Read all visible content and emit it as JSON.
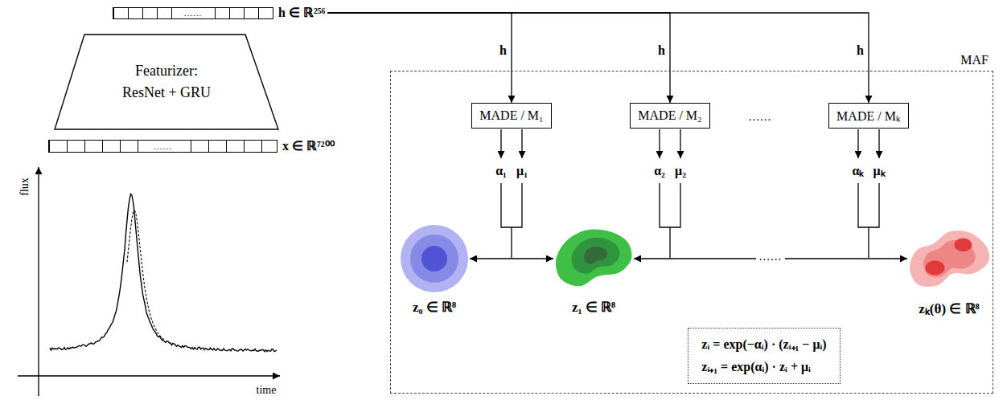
{
  "diagram": {
    "nodes": [
      {
        "text": [
          "......",
          "h ∈ ℝ²⁵⁶"
        ]
      },
      {
        "text": [
          "Featurizer:",
          "ResNet + GRU"
        ]
      },
      {
        "text": [
          "......",
          "x ∈ ℝ⁷²⁰⁰"
        ]
      },
      {
        "text": [
          "MAF"
        ]
      },
      {
        "text": [
          "MADE / M₁"
        ],
        "in": 3
      },
      {
        "text": [
          "MADE / M₂"
        ],
        "in": 3
      },
      {
        "text": [
          "MADE / Mₖ"
        ],
        "in": 3
      },
      {
        "text": [
          "z₀ ∈ ℝ⁸"
        ],
        "in": 3
      },
      {
        "text": [
          "z₁ ∈ ℝ⁸"
        ],
        "in": 3
      },
      {
        "text": [
          "zₖ(θ) ∈ ℝ⁸"
        ],
        "in": 3
      },
      {
        "text": [
          "zᵢ = exp(−αᵢ) · (zᵢ₊₁ − μᵢ)",
          "zᵢ₊₁ = exp(αᵢ) · zᵢ + μᵢ"
        ],
        "in": 3
      }
    ],
    "edges": [
      {
        "from": 0,
        "to": 4,
        "arrow": "to",
        "label": "h"
      },
      {
        "from": 0,
        "to": 5,
        "arrow": "to",
        "label": "h"
      },
      {
        "from": 0,
        "to": 6,
        "arrow": "to",
        "label": "h"
      },
      {
        "from": 7,
        "to": 8,
        "arrow": "both"
      },
      {
        "from": 8,
        "to": 9,
        "arrow": "both",
        "label": "......"
      }
    ],
    "labels": [
      "......",
      "α₁",
      "μ₁",
      "α₂",
      "μ₂",
      "αₖ",
      "μₖ",
      "flux",
      "time"
    ]
  }
}
